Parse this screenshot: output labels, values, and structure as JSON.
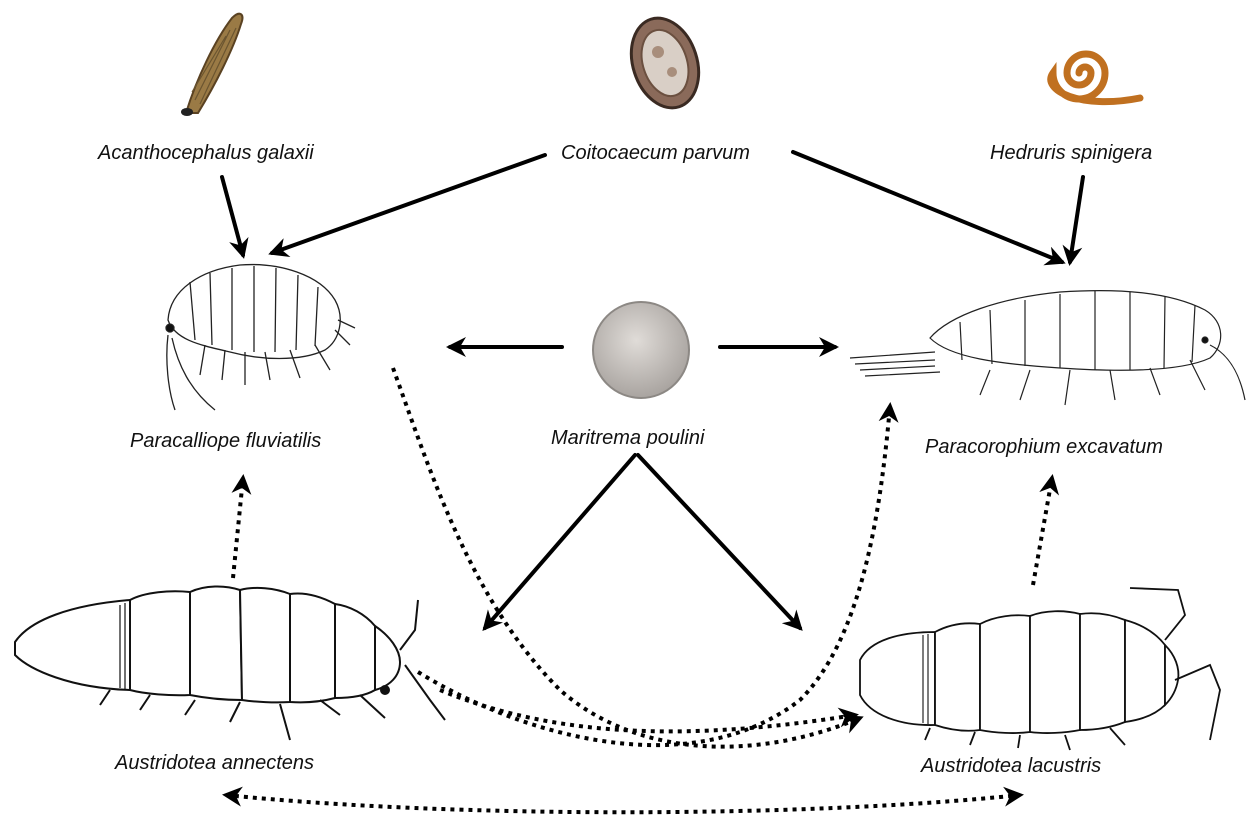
{
  "species": {
    "acanthocephalus": "Acanthocephalus galaxii",
    "coitocaecum": "Coitocaecum parvum",
    "hedruris": "Hedruris spinigera",
    "paracalliope": "Paracalliope fluviatilis",
    "maritrema": "Maritrema poulini",
    "paracorophium": "Paracorophium excavatum",
    "annectens": "Austridotea annectens",
    "lacustris": "Austridotea lacustris"
  },
  "colors": {
    "solid_arrow": "#000000",
    "dotted_arrow": "#000000",
    "acanthocephalus_body": "#9a7a45",
    "coitocaecum_body": "#8a6a5a",
    "hedruris_body": "#c07020",
    "maritrema_body": "#c9c6c4"
  }
}
